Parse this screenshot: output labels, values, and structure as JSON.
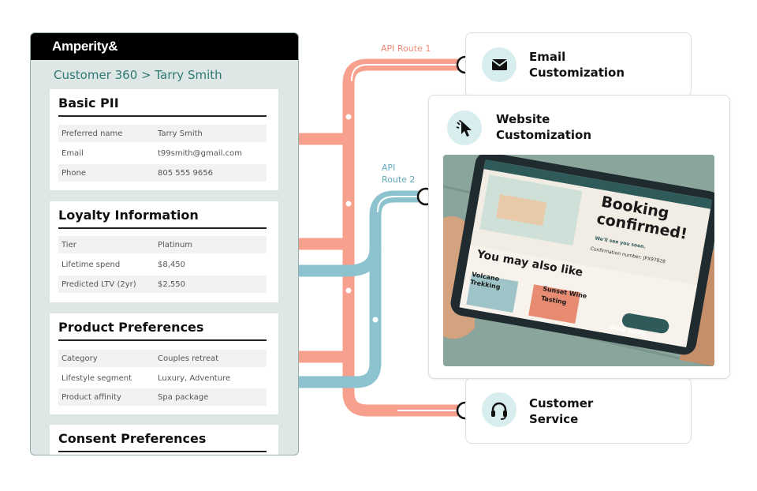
{
  "brand": {
    "logo": "Amperity&"
  },
  "breadcrumb": "Customer 360 > Tarry Smith",
  "cards": {
    "basic": {
      "title": "Basic PII",
      "rows": [
        {
          "k": "Preferred name",
          "v": "Tarry Smith"
        },
        {
          "k": "Email",
          "v": "t99smith@gmail.com"
        },
        {
          "k": "Phone",
          "v": "805 555 9656"
        }
      ]
    },
    "loyalty": {
      "title": "Loyalty Information",
      "rows": [
        {
          "k": "Tier",
          "v": "Platinum"
        },
        {
          "k": "Lifetime spend",
          "v": "$8,450"
        },
        {
          "k": "Predicted LTV (2yr)",
          "v": "$2,550"
        }
      ]
    },
    "product": {
      "title": "Product Preferences",
      "rows": [
        {
          "k": "Category",
          "v": "Couples retreat"
        },
        {
          "k": "Lifestyle segment",
          "v": "Luxury, Adventure"
        },
        {
          "k": "Product affinity",
          "v": "Spa package"
        }
      ]
    },
    "consent": {
      "title": "Consent Preferences"
    }
  },
  "routes": {
    "route1": "API Route 1",
    "route2_line1": "API",
    "route2_line2": "Route 2"
  },
  "targets": {
    "email": {
      "line1": "Email",
      "line2": "Customization"
    },
    "website": {
      "line1": "Website",
      "line2": "Customization"
    },
    "service": {
      "line1": "Customer",
      "line2": "Service"
    }
  },
  "tablet": {
    "heading1": "Booking",
    "heading2": "confirmed!",
    "subtext": "We'll see you soon.",
    "confirmation": "Confirmation number: JPX97828",
    "also_like": "You may also like",
    "item1_line1": "Volcano",
    "item1_line2": "Trekking",
    "item2_line1": "Sunset Wine",
    "item2_line2": "Tasting",
    "cta": "View more"
  },
  "colors": {
    "route1": "#f7a08d",
    "route2": "#8cc3cf",
    "accent": "#2f7a74"
  },
  "icons": [
    "envelope-icon",
    "cursor-icon",
    "headset-icon"
  ]
}
